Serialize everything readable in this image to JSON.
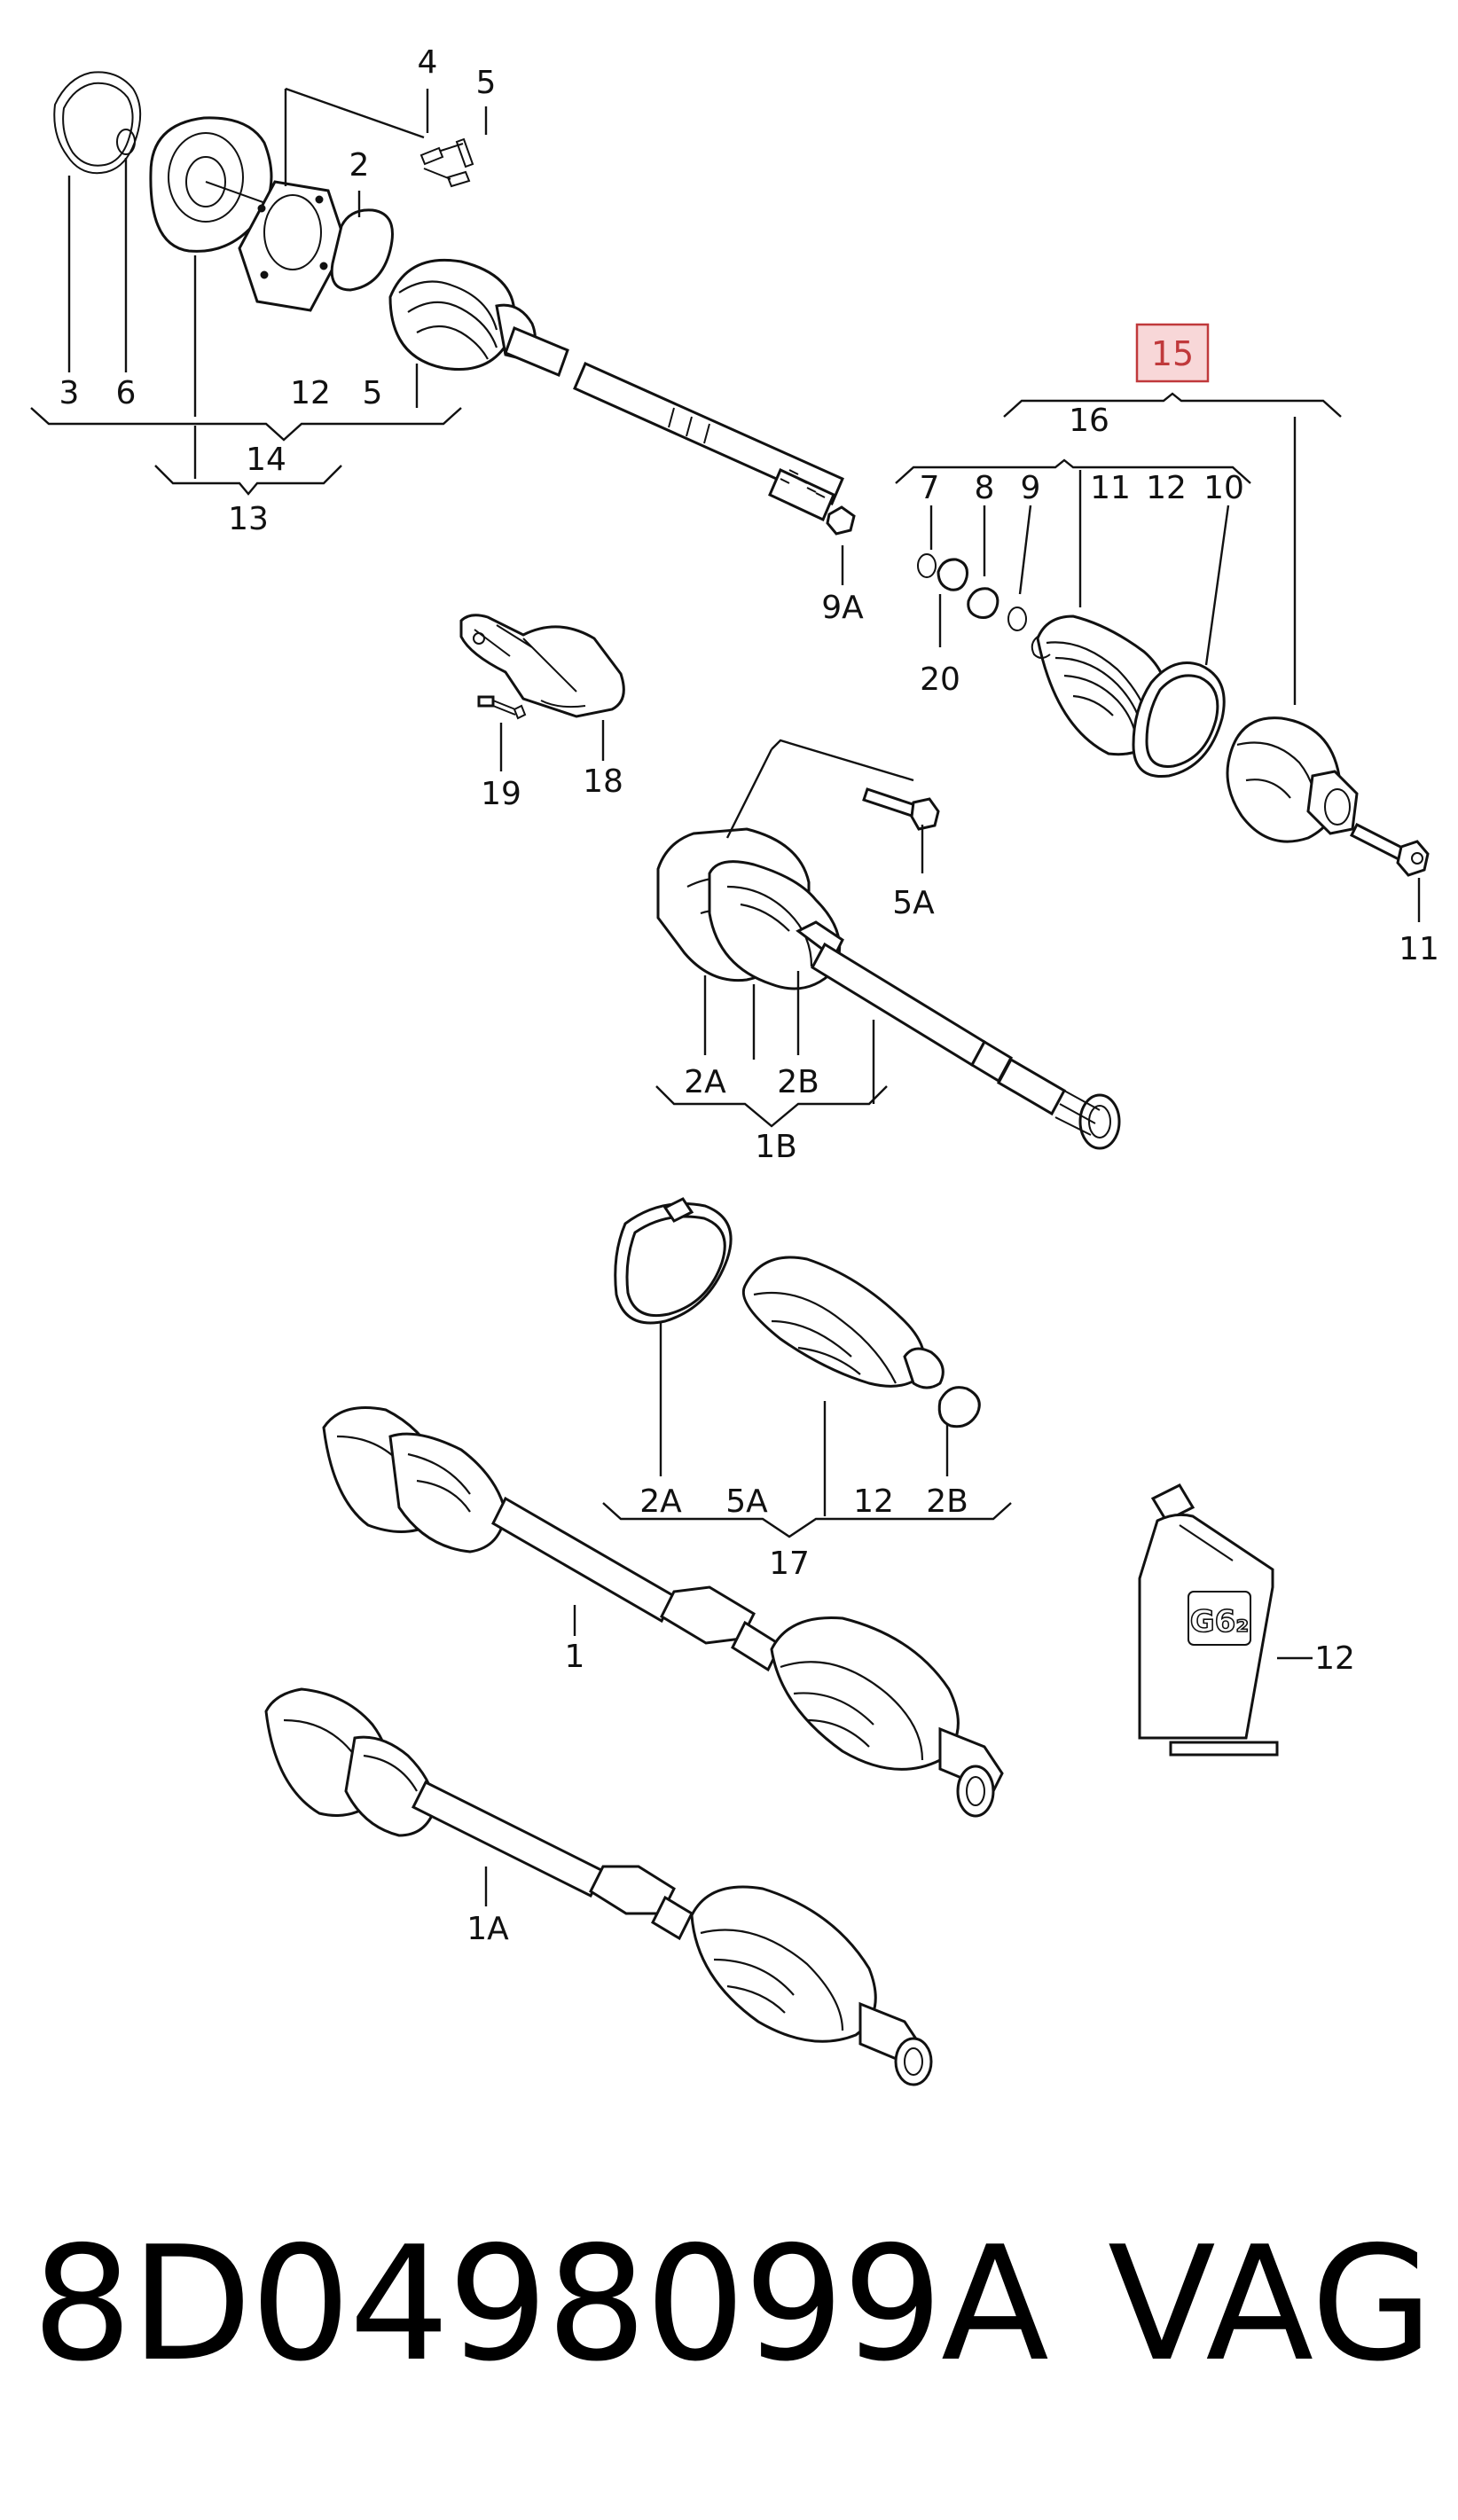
{
  "labels": {
    "l1": "1",
    "l1a": "1A",
    "l1b": "1B",
    "l2": "2",
    "l2a_top": "2A",
    "l2b_top": "2B",
    "l2a_kit": "2A",
    "l2b_kit": "2B",
    "l3": "3",
    "l4": "4",
    "l5_top": "5",
    "l5_bracket": "5",
    "l5a_bolt": "5A",
    "l5a_kit": "5A",
    "l6": "6",
    "l7": "7",
    "l8": "8",
    "l9": "9",
    "l9a": "9A",
    "l10": "10",
    "l11_kit": "11",
    "l11_bolt": "11",
    "l12_top": "12",
    "l12_kit15": "12",
    "l12_kit17": "12",
    "l12_tube": "12",
    "l13": "13",
    "l14": "14",
    "l15": "15",
    "l16": "16",
    "l17": "17",
    "l18": "18",
    "l19": "19",
    "l20": "20"
  },
  "tube_text": "G6₂",
  "highlight_color": "#c0393b",
  "footer": {
    "part_number": "8D0498099A",
    "brand": "VAG"
  }
}
